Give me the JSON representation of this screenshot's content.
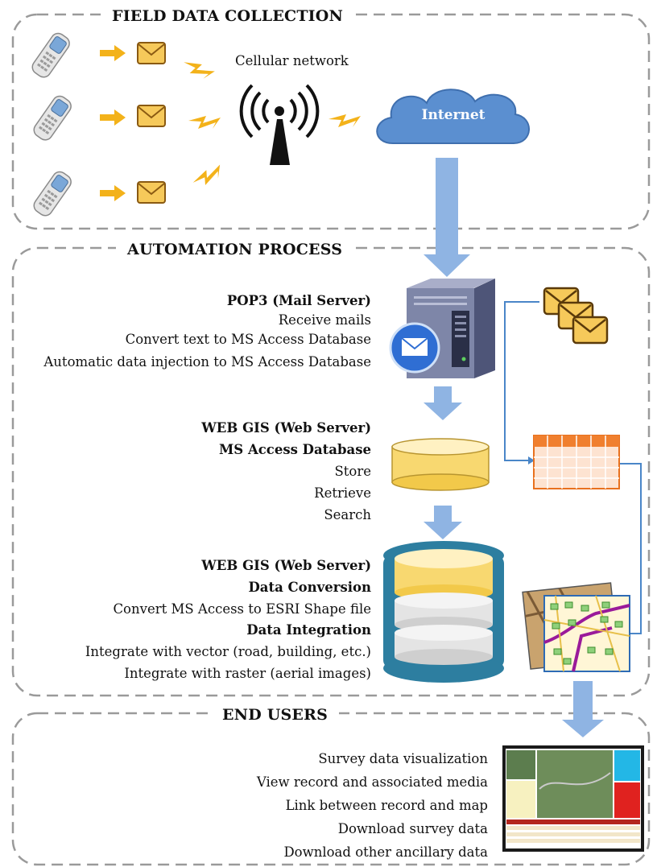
{
  "sections": {
    "field": "FIELD DATA COLLECTION",
    "automation": "AUTOMATION PROCESS",
    "end_users": "END USERS"
  },
  "labels": {
    "cellular": "Cellular network",
    "internet": "Internet"
  },
  "pop3": {
    "title": "POP3 (Mail Server)",
    "items": [
      "Receive mails",
      "Convert text to MS Access Database",
      "Automatic data injection to MS Access Database"
    ]
  },
  "webgis1": {
    "title": "WEB GIS (Web Server)",
    "subtitle": "MS Access Database",
    "items": [
      "Store",
      "Retrieve",
      "Search"
    ]
  },
  "webgis2": {
    "title": "WEB GIS (Web Server)",
    "conversion_title": "Data Conversion",
    "conversion_item": "Convert  MS Access to ESRI Shape file",
    "integration_title": "Data Integration",
    "integration_items": [
      "Integrate with vector (road, building, etc.)",
      "Integrate with raster (aerial images)"
    ]
  },
  "end_users": {
    "items": [
      "Survey data visualization",
      "View record and associated media",
      "Link between record and map",
      "Download survey data",
      "Download other ancillary data"
    ]
  },
  "colors": {
    "dash": "#9a9a9a",
    "arrow_blue": "#8fb4e3",
    "line_blue": "#4a86c8",
    "lightning": "#f3b21a",
    "cloud": "#5b8fd0",
    "db_yellow": "#f8d870",
    "db_frame": "#2d7ea0"
  }
}
